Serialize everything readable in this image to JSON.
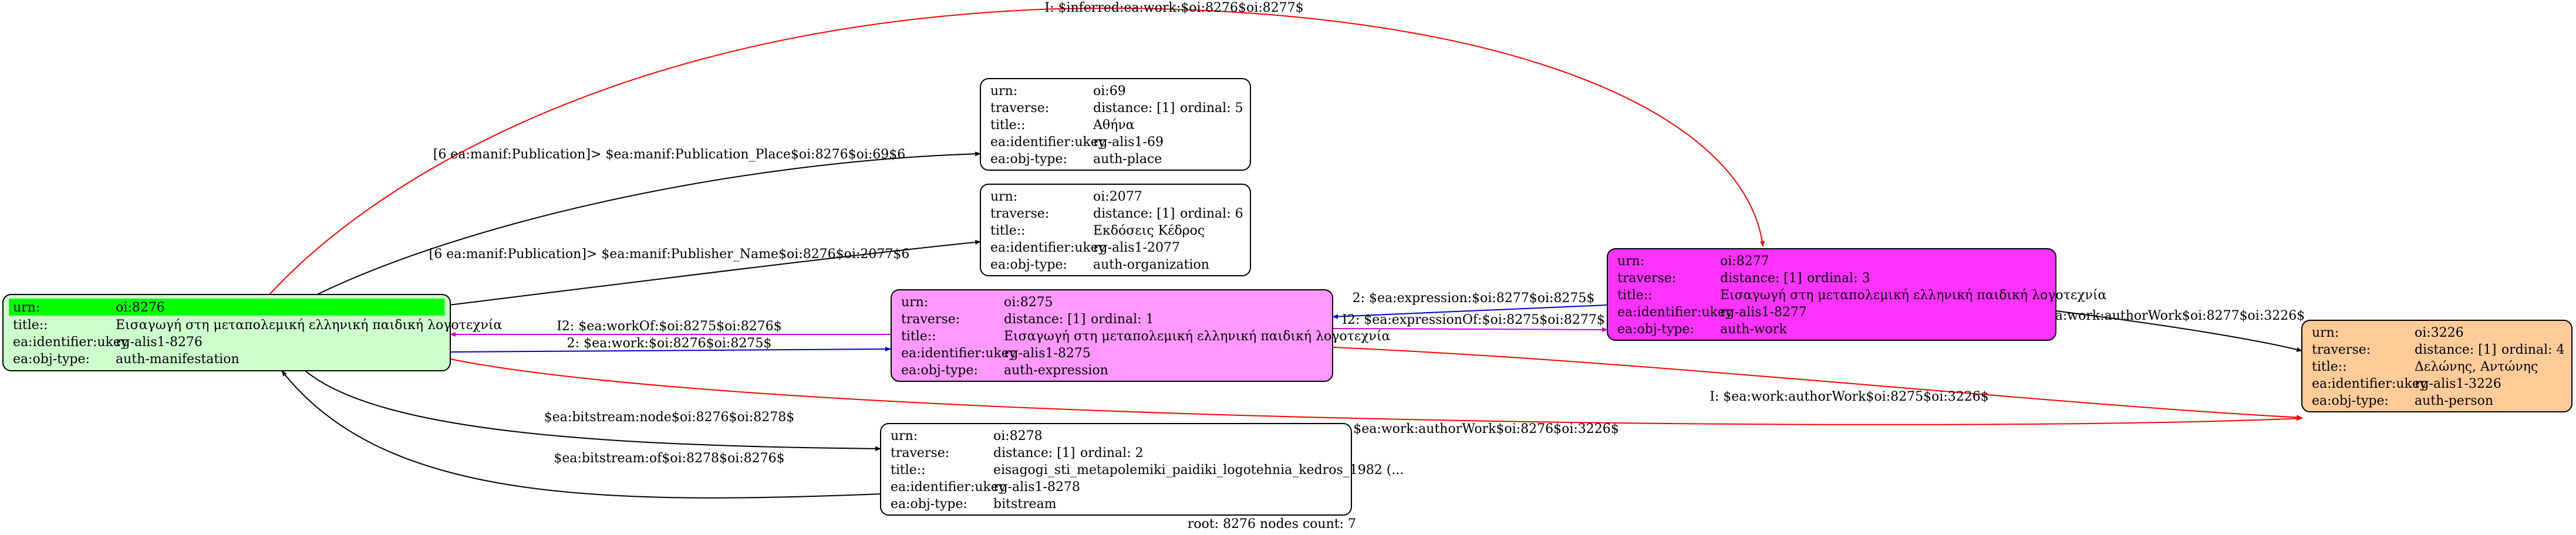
{
  "nodes": [
    {
      "id": "n8276",
      "color": "#ccffcc",
      "header_color": "#00ff00",
      "rows": [
        [
          "urn:",
          "oi:8276"
        ],
        [
          "title::",
          "Εισαγωγή στη μεταπολεμική ελληνική παιδική λογοτεχνία"
        ],
        [
          "ea:identifier:ukey",
          "rg-alis1-8276"
        ],
        [
          "ea:obj-type:",
          "auth-manifestation"
        ]
      ]
    },
    {
      "id": "n69",
      "color": "#ffffff",
      "rows": [
        [
          "urn:",
          "oi:69"
        ],
        [
          "traverse:",
          "distance: [1]",
          "ordinal: 5"
        ],
        [
          "title::",
          "Αθήνα"
        ],
        [
          "ea:identifier:ukey",
          "rg-alis1-69"
        ],
        [
          "ea:obj-type:",
          "auth-place"
        ]
      ]
    },
    {
      "id": "n2077",
      "color": "#ffffff",
      "rows": [
        [
          "urn:",
          "oi:2077"
        ],
        [
          "traverse:",
          "distance: [1]",
          "ordinal: 6"
        ],
        [
          "title::",
          "Εκδόσεις Κέδρος"
        ],
        [
          "ea:identifier:ukey",
          "rg-alis1-2077"
        ],
        [
          "ea:obj-type:",
          "auth-organization"
        ]
      ]
    },
    {
      "id": "n8275",
      "color": "#ff99ff",
      "rows": [
        [
          "urn:",
          "oi:8275"
        ],
        [
          "traverse:",
          "distance: [1]",
          "ordinal: 1"
        ],
        [
          "title::",
          "Εισαγωγή στη μεταπολεμική ελληνική παιδική λογοτεχνία"
        ],
        [
          "ea:identifier:ukey",
          "rg-alis1-8275"
        ],
        [
          "ea:obj-type:",
          "auth-expression"
        ]
      ]
    },
    {
      "id": "n8277",
      "color": "#ff33ff",
      "rows": [
        [
          "urn:",
          "oi:8277"
        ],
        [
          "traverse:",
          "distance: [1]",
          "ordinal: 3"
        ],
        [
          "title::",
          "Εισαγωγή στη μεταπολεμική ελληνική παιδική λογοτεχνία"
        ],
        [
          "ea:identifier:ukey",
          "rg-alis1-8277"
        ],
        [
          "ea:obj-type:",
          "auth-work"
        ]
      ]
    },
    {
      "id": "n3226",
      "color": "#ffcc99",
      "rows": [
        [
          "urn:",
          "oi:3226"
        ],
        [
          "traverse:",
          "distance: [1]",
          "ordinal: 4"
        ],
        [
          "title::",
          "Δελώνης, Αντώνης"
        ],
        [
          "ea:identifier:ukey",
          "rg-alis1-3226"
        ],
        [
          "ea:obj-type:",
          "auth-person"
        ]
      ]
    },
    {
      "id": "n8278",
      "color": "#ffffff",
      "rows": [
        [
          "urn:",
          "oi:8278"
        ],
        [
          "traverse:",
          "distance: [1]",
          "ordinal: 2"
        ],
        [
          "title::",
          "eisagogi_sti_metapolemiki_paidiki_logotehnia_kedros_1982 (..."
        ],
        [
          "ea:identifier:ukey",
          "rg-alis1-8278"
        ],
        [
          "ea:obj-type:",
          "bitstream"
        ]
      ]
    }
  ],
  "edges": [
    {
      "id": "e-inferred-work",
      "label": "I: $inferred:ea:work:$oi:8276$oi:8277$",
      "color": "#ff0000"
    },
    {
      "id": "e-place",
      "label": "[6 ea:manif:Publication]> $ea:manif:Publication_Place$oi:8276$oi:69$6",
      "color": "#000000"
    },
    {
      "id": "e-publisher",
      "label": "[6 ea:manif:Publication]> $ea:manif:Publisher_Name$oi:8276$oi:2077$6",
      "color": "#000000"
    },
    {
      "id": "e-workof",
      "label": "I2: $ea:workOf:$oi:8275$oi:8276$",
      "color": "#cc00cc"
    },
    {
      "id": "e-work",
      "label": "2: $ea:work:$oi:8276$oi:8275$",
      "color": "#0000cc"
    },
    {
      "id": "e-expression",
      "label": "2: $ea:expression:$oi:8277$oi:8275$",
      "color": "#0000cc"
    },
    {
      "id": "e-expressionof",
      "label": "I2: $ea:expressionOf:$oi:8275$oi:8277$",
      "color": "#cc00cc"
    },
    {
      "id": "e-authorwork-8277",
      "label": "$ea:work:authorWork$oi:8277$oi:3226$",
      "color": "#000000"
    },
    {
      "id": "e-authorwork-8275",
      "label": "I: $ea:work:authorWork$oi:8275$oi:3226$",
      "color": "#ff0000"
    },
    {
      "id": "e-authorwork-8276",
      "label": "I: $ea:work:authorWork$oi:8276$oi:3226$",
      "color": "#ff0000"
    },
    {
      "id": "e-bitstream-node",
      "label": "$ea:bitstream:node$oi:8276$oi:8278$",
      "color": "#000000"
    },
    {
      "id": "e-bitstream-of",
      "label": "$ea:bitstream:of$oi:8278$oi:8276$",
      "color": "#000000"
    }
  ],
  "footer": "root: 8276 nodes count: 7"
}
